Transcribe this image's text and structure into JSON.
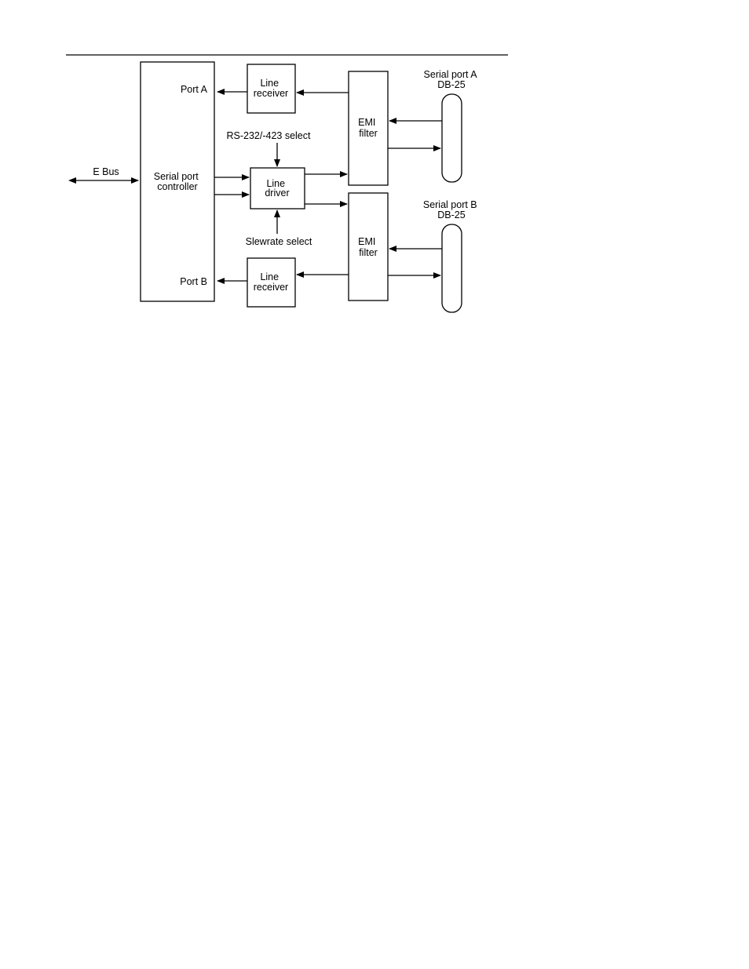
{
  "colors": {
    "ink": "#000000",
    "background": "#ffffff"
  },
  "labels": {
    "ebus": "E Bus",
    "serial_port_controller": [
      "Serial port",
      "controller"
    ],
    "port_a": "Port A",
    "port_b": "Port B",
    "line_receiver_a": [
      "Line",
      "receiver"
    ],
    "line_receiver_b": [
      "Line",
      "receiver"
    ],
    "line_driver": [
      "Line",
      "driver"
    ],
    "rs_select": "RS-232/-423 select",
    "slewrate_select": "Slewrate select",
    "emi_filter_a": [
      "EMI",
      "filter"
    ],
    "emi_filter_b": [
      "EMI",
      "filter"
    ],
    "serial_port_a": [
      "Serial port A",
      "DB-25"
    ],
    "serial_port_b": [
      "Serial port B",
      "DB-25"
    ]
  }
}
